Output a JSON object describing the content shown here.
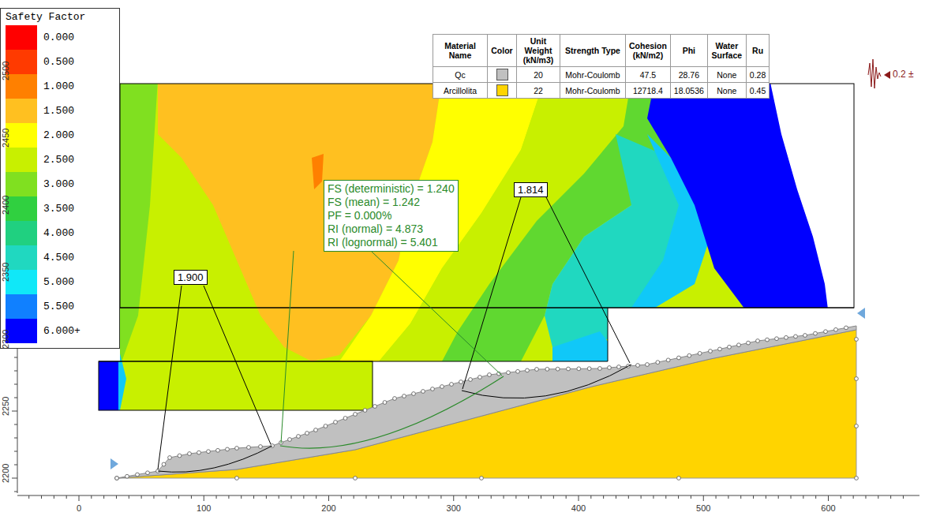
{
  "diagram": {
    "nodes": [
      {
        "text": [
          "FS (deterministic) = 1.240",
          "FS (mean) = 1.242",
          "PF = 0.000%",
          "RI (normal) = 4.873",
          "RI (lognormal) = 5.401"
        ]
      },
      {
        "text": [
          "1.900"
        ]
      },
      {
        "text": [
          "1.814"
        ]
      }
    ],
    "labels": [
      "Safety Factor",
      "Material Name",
      "Color",
      "Unit Weight (kN/m3)",
      "Strength Type",
      "Cohesion (kN/m2)",
      "Phi",
      "Water Surface",
      "Ru",
      "Qc",
      "20",
      "Mohr-Coulomb",
      "47.5",
      "28.76",
      "None",
      "0.28",
      "Arcillolita",
      "22",
      "Mohr-Coulomb",
      "12718.4",
      "18.0536",
      "None",
      "0.45",
      "0.2 ±",
      "2500",
      "2450",
      "2400",
      "2350",
      "2300",
      "2250",
      "2200",
      "0",
      "100",
      "200",
      "300",
      "400",
      "500",
      "600"
    ],
    "legend": [
      {
        "text": "0.000",
        "color": "#ff0000"
      },
      {
        "text": "0.500",
        "color": "#ff3a00"
      },
      {
        "text": "1.000",
        "color": "#ff8000"
      },
      {
        "text": "1.500",
        "color": "#ffc020"
      },
      {
        "text": "2.000",
        "color": "#ffff00"
      },
      {
        "text": "2.500",
        "color": "#c8f000"
      },
      {
        "text": "3.000",
        "color": "#80e020"
      },
      {
        "text": "3.500",
        "color": "#30d040"
      },
      {
        "text": "4.000",
        "color": "#20d080"
      },
      {
        "text": "4.500",
        "color": "#20d8c0"
      },
      {
        "text": "5.000",
        "color": "#10e8f8"
      },
      {
        "text": "5.500",
        "color": "#1080ff"
      },
      {
        "text": "6.000+",
        "color": "#0000ff"
      }
    ]
  }
}
